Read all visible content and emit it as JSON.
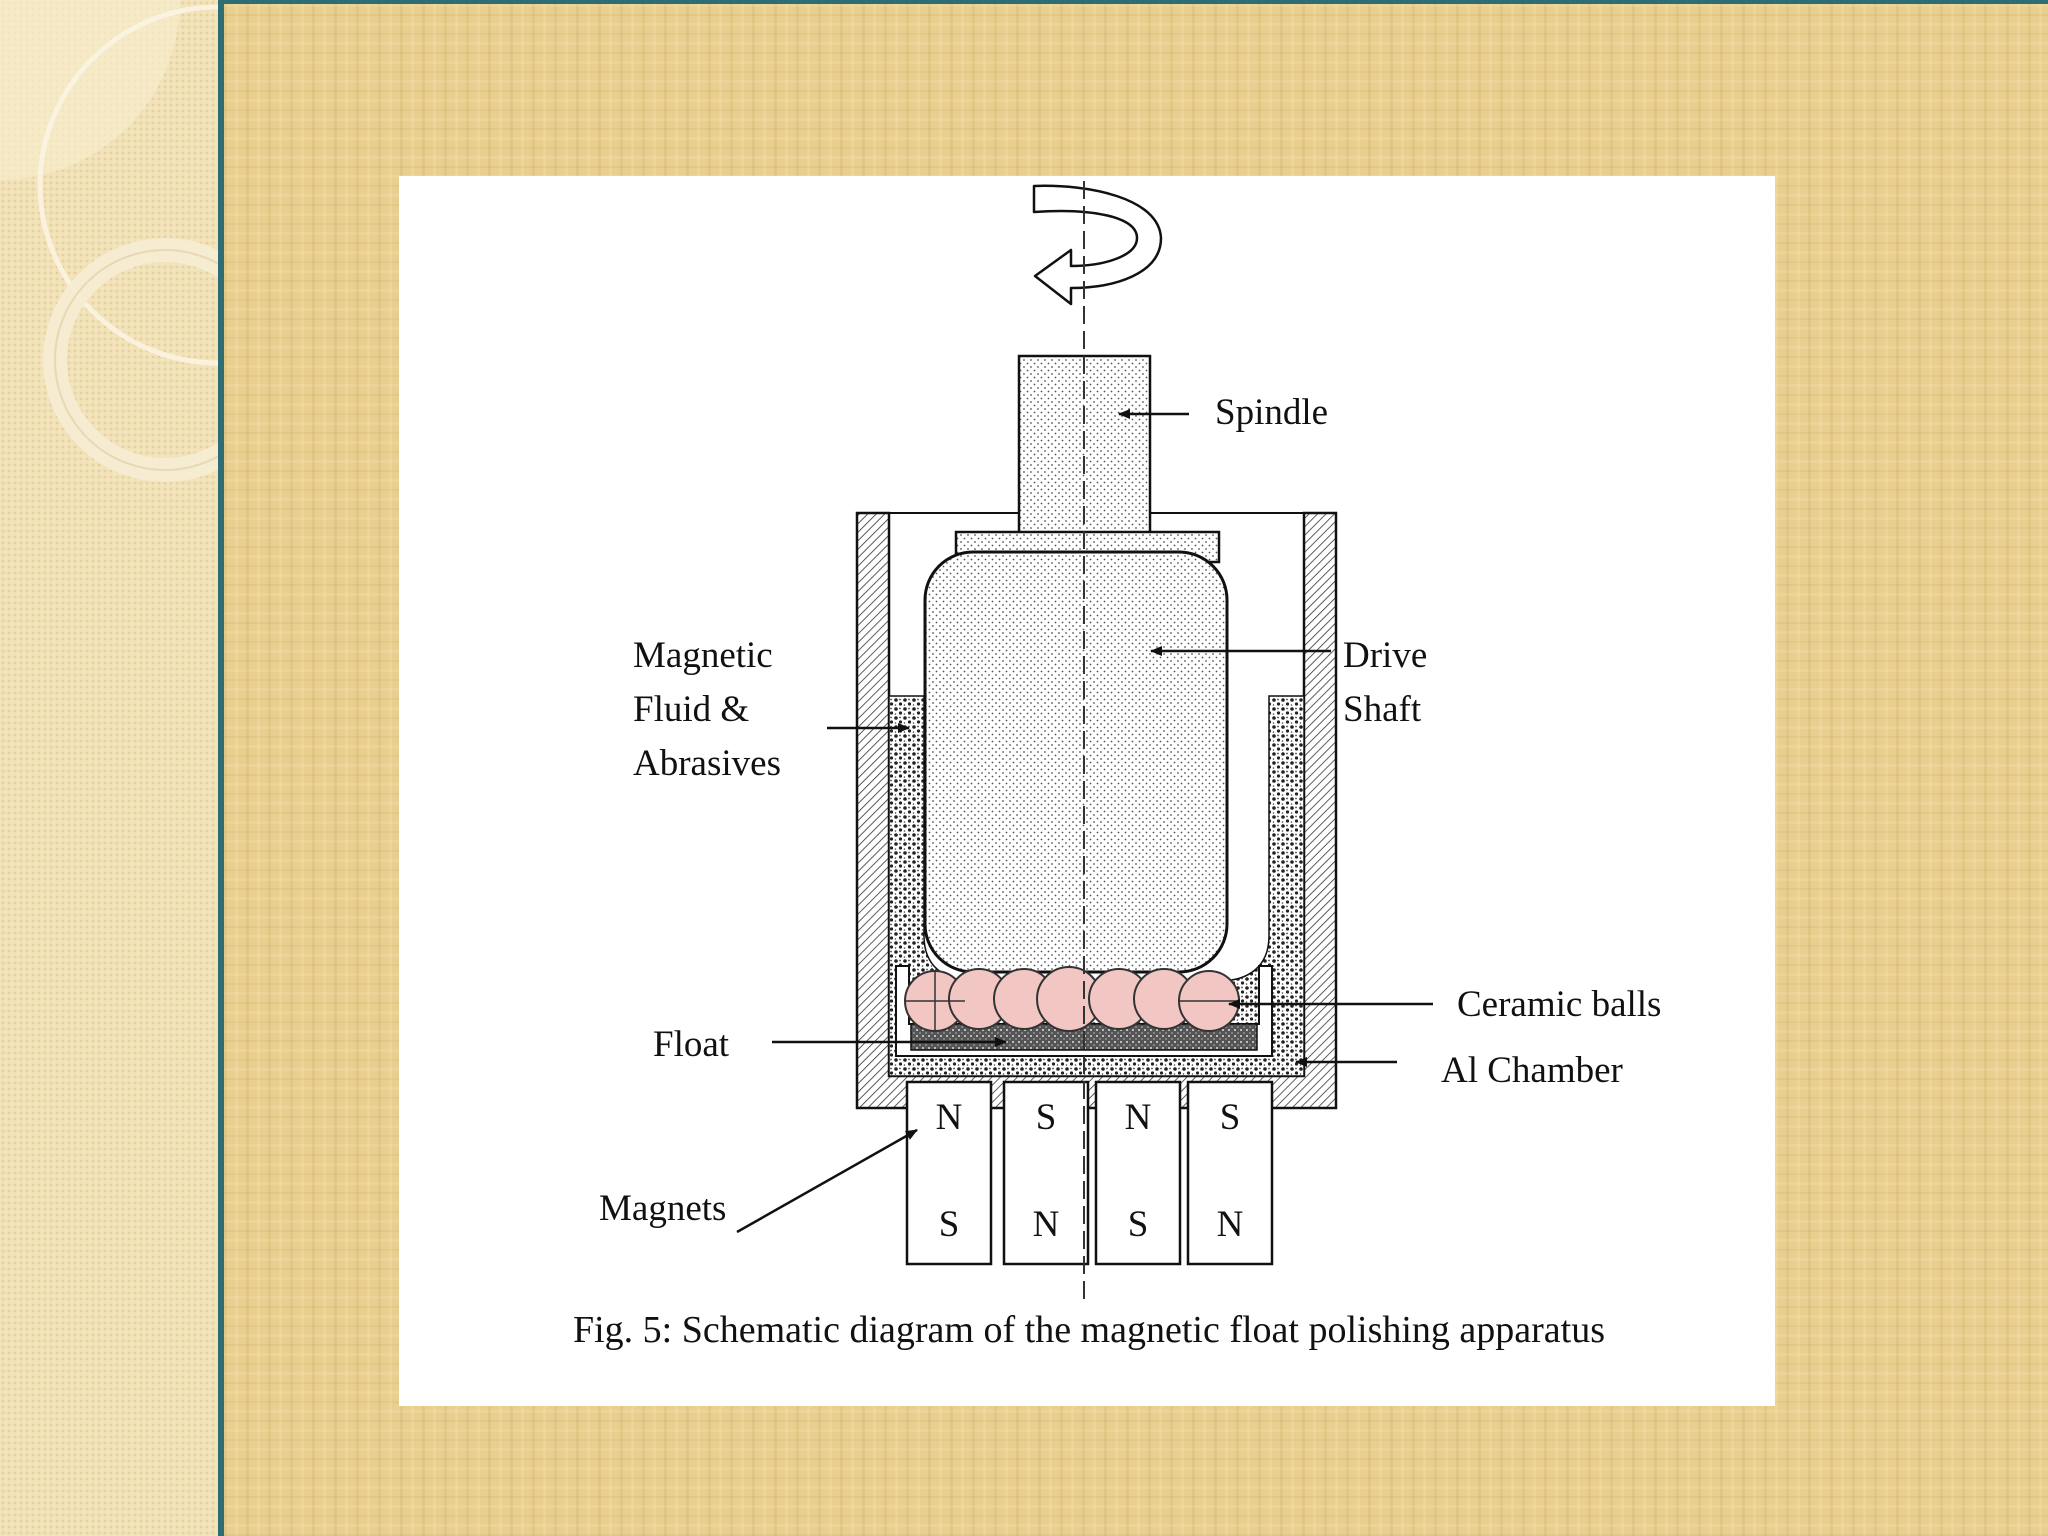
{
  "slide": {
    "accent_color": "#2f6d72",
    "background_color": "#e8cf8f"
  },
  "diagram": {
    "labels": {
      "spindle": "Spindle",
      "drive_shaft": [
        "Drive",
        "Shaft"
      ],
      "magnetic_fluid": [
        "Magnetic",
        "Fluid &",
        "Abrasives"
      ],
      "ceramic_balls": "Ceramic balls",
      "float": "Float",
      "al_chamber": "Al Chamber",
      "magnets": "Magnets"
    },
    "magnet_poles": {
      "top": [
        "N",
        "S",
        "N",
        "S"
      ],
      "bottom": [
        "S",
        "N",
        "S",
        "N"
      ]
    },
    "caption": "Fig. 5: Schematic diagram of the magnetic float polishing apparatus",
    "colors": {
      "ceramic_ball_fill": "#f2c7c3",
      "outline": "#111111"
    }
  }
}
